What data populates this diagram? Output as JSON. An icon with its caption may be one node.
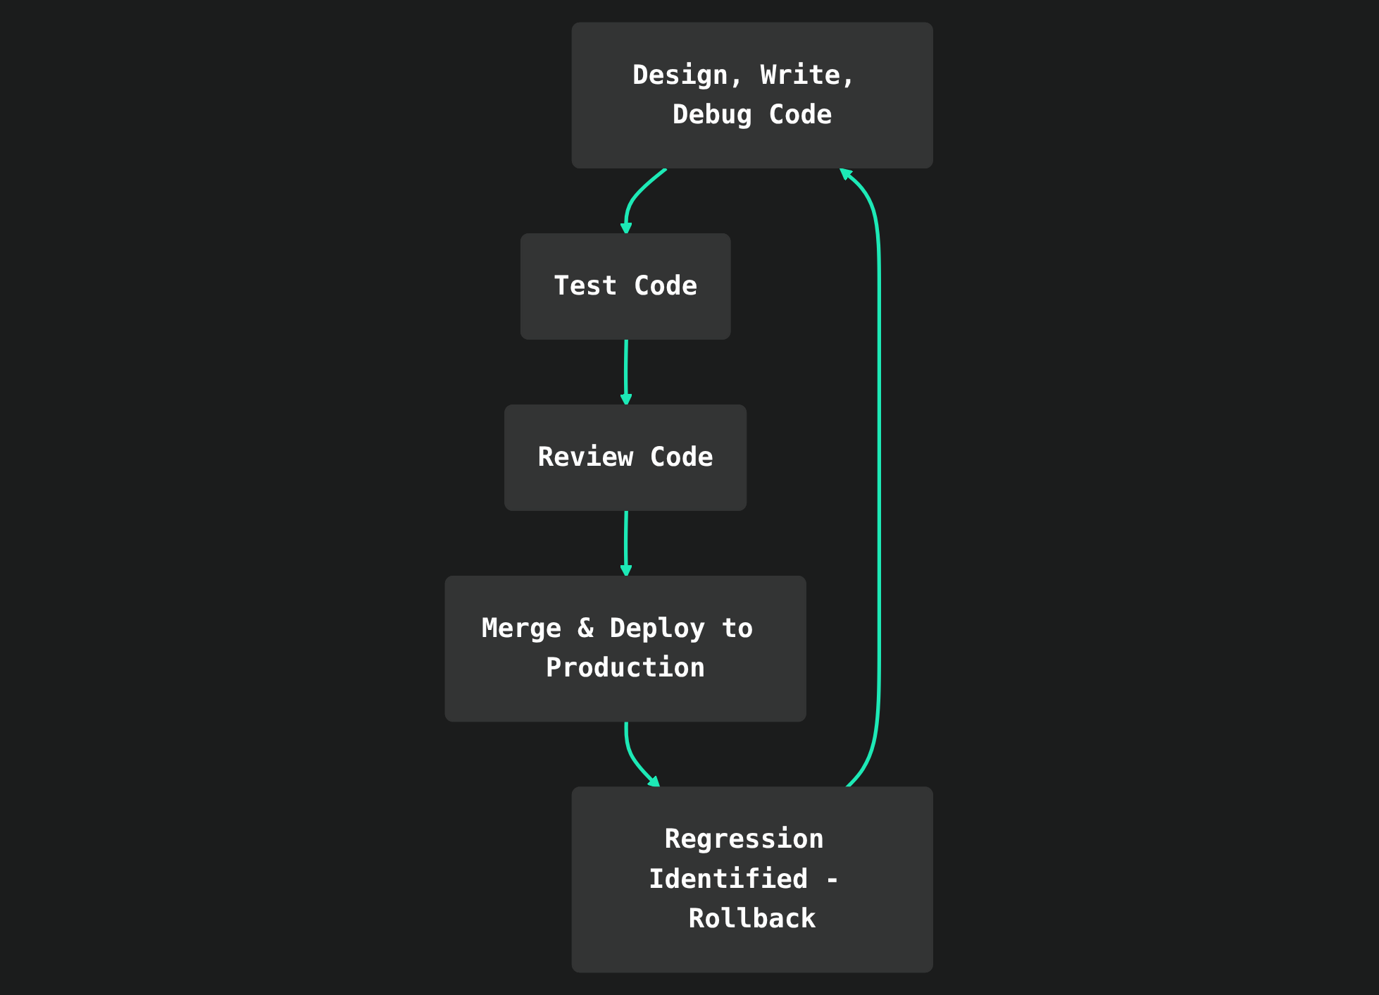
{
  "diagram": {
    "nodes": [
      {
        "text": [
          "Design, Write, Debug Code"
        ]
      },
      {
        "text": [
          "Test Code"
        ]
      },
      {
        "text": [
          "Review Code"
        ]
      },
      {
        "text": [
          "Merge & Deploy to Production"
        ]
      },
      {
        "text": [
          "Regression Identified - Rollback"
        ]
      }
    ],
    "edges": [
      {
        "from": 0,
        "to": 1,
        "arrow": "to"
      },
      {
        "from": 1,
        "to": 2,
        "arrow": "to"
      },
      {
        "from": 2,
        "to": 3,
        "arrow": "to"
      },
      {
        "from": 3,
        "to": 4,
        "arrow": "to"
      },
      {
        "from": 4,
        "to": 0,
        "arrow": "to"
      }
    ]
  }
}
